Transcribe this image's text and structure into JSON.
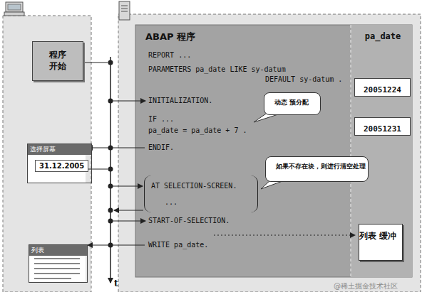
{
  "diagram": {
    "nodes": [
      {
        "text": [
          "ABAP 程序"
        ]
      },
      {
        "text": [
          "pa_date"
        ],
        "in": 0
      },
      {
        "text": [
          "20051224"
        ],
        "in": 1
      },
      {
        "text": [
          "20051231"
        ],
        "in": 1
      },
      {
        "text": [
          "列表 缓冲"
        ],
        "in": 1
      },
      {
        "text": [
          "程序 开始"
        ]
      },
      {
        "text": [
          "选择屏幕",
          "31.12.2005"
        ]
      },
      {
        "text": [
          "列表"
        ]
      },
      {
        "text": [
          "动态 预分配"
        ],
        "in": 0
      },
      {
        "text": [
          "如果不存在块，则进行清空处理"
        ],
        "in": 0
      },
      {
        "text": [
          "AT SELECTION-SCREEN.",
          "..."
        ],
        "in": 0
      }
    ],
    "labels": [
      "REPORT ...",
      "PARAMETERS pa_date LIKE sy-datum",
      "DEFAULT sy-datum .",
      "INITIALIZATION.",
      "IF ...",
      "pa_date = pa_date + 7 .",
      "ENDIF.",
      "START-OF-SELECTION.",
      "WRITE pa_date.",
      "t",
      "@稀土掘金技术社区"
    ]
  }
}
